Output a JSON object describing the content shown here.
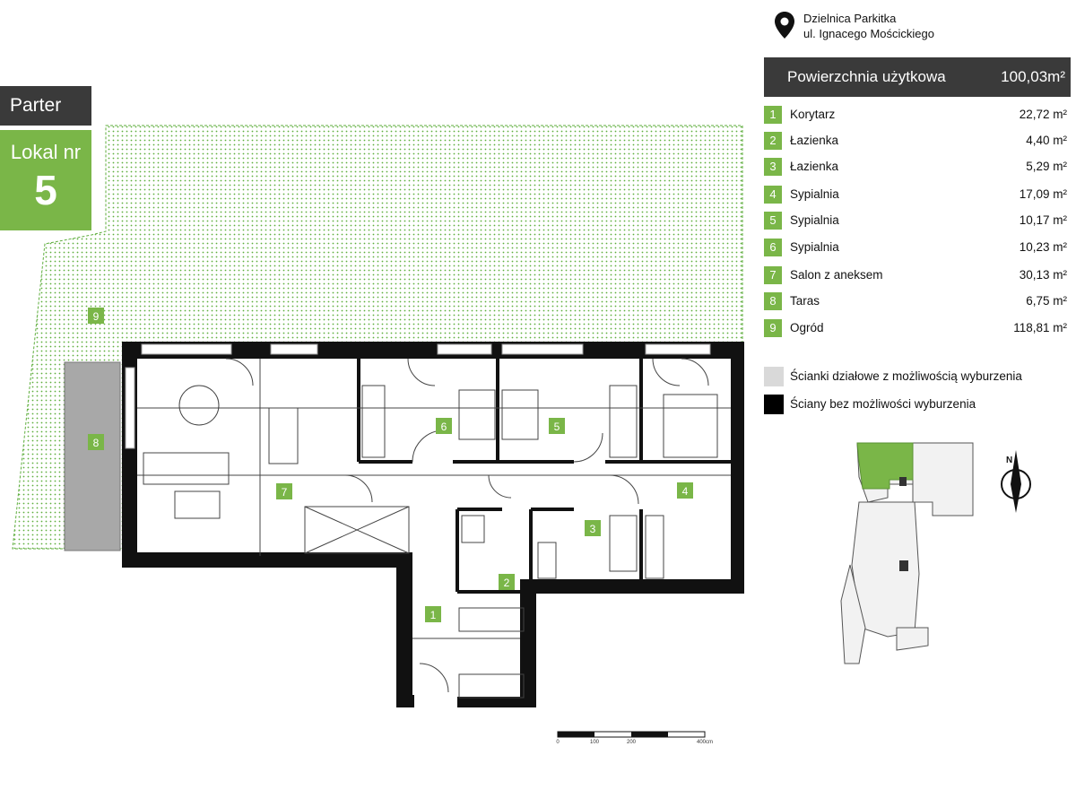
{
  "floor_label": "Parter",
  "unit": {
    "label": "Lokal nr",
    "number": "5"
  },
  "location": {
    "district": "Dzielnica Parkitka",
    "street": "ul. Ignacego Mościckiego"
  },
  "usable_area": {
    "label": "Powierzchnia użytkowa",
    "value": "100,03m²"
  },
  "rooms": [
    {
      "num": "1",
      "name": "Korytarz",
      "area": "22,72 m²"
    },
    {
      "num": "2",
      "name": "Łazienka",
      "area": "4,40 m²"
    },
    {
      "num": "3",
      "name": "Łazienka",
      "area": "5,29 m²"
    },
    {
      "num": "4",
      "name": "Sypialnia",
      "area": "17,09 m²"
    },
    {
      "num": "5",
      "name": "Sypialnia",
      "area": "10,17 m²"
    },
    {
      "num": "6",
      "name": "Sypialnia",
      "area": "10,23 m²"
    },
    {
      "num": "7",
      "name": "Salon z aneksem",
      "area": "30,13 m²"
    },
    {
      "num": "8",
      "name": "Taras",
      "area": "6,75 m²"
    },
    {
      "num": "9",
      "name": "Ogród",
      "area": "118,81 m²"
    }
  ],
  "legend": [
    {
      "text": "Ścianki działowe z możliwością wyburzenia",
      "color": "#d9d9d9"
    },
    {
      "text": "Ściany bez możliwości wyburzenia",
      "color": "#000000"
    }
  ],
  "colors": {
    "accent": "#7ab648",
    "dark": "#3a3a3a",
    "wall": "#111111",
    "terrace": "#a8a8a8"
  },
  "scale": {
    "ticks": [
      "0",
      "100",
      "200",
      "400cm"
    ]
  },
  "compass": {
    "label": "N"
  }
}
